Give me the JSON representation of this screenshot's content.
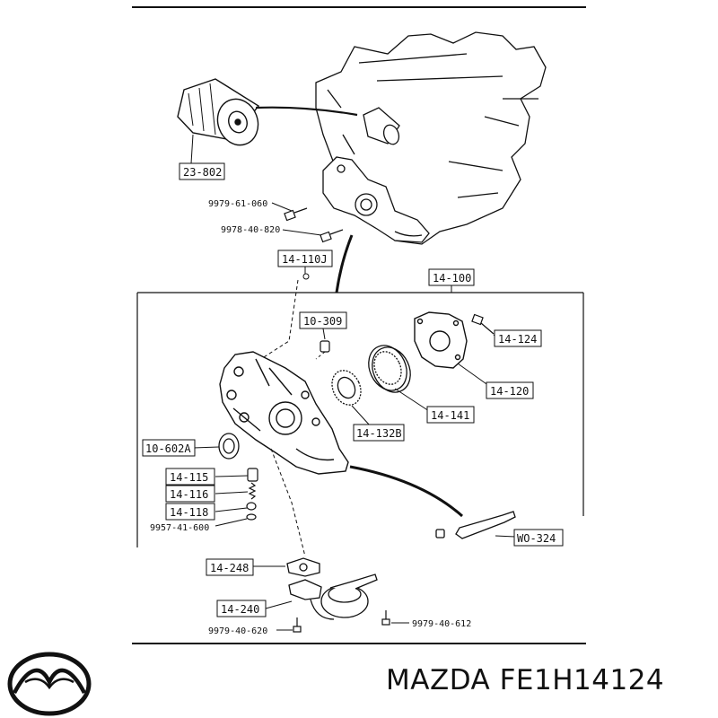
{
  "colors": {
    "ink": "#111111",
    "paper": "#ffffff"
  },
  "labels": {
    "oil_filter": "23-802",
    "bolt_a": "9979-61-060",
    "bolt_b": "9978-40-820",
    "knock_pin": "14-110J",
    "pump_assy": "14-100",
    "pin": "10-309",
    "cover_screw": "14-124",
    "cover": "14-120",
    "outer_rotor": "14-141",
    "inner_rotor": "14-132B",
    "oil_seal": "10-602A",
    "plunger": "14-115",
    "spring": "14-116",
    "plug_seat": "14-118",
    "plug": "9957-41-600",
    "sealant": "WO-324",
    "gasket": "14-248",
    "strainer": "14-240",
    "bolt_c": "9979-40-620",
    "bolt_d": "9979-40-612"
  },
  "brand": {
    "logo_icon": "mazda-logo-icon",
    "caption": "MAZDA FE1H14124"
  }
}
